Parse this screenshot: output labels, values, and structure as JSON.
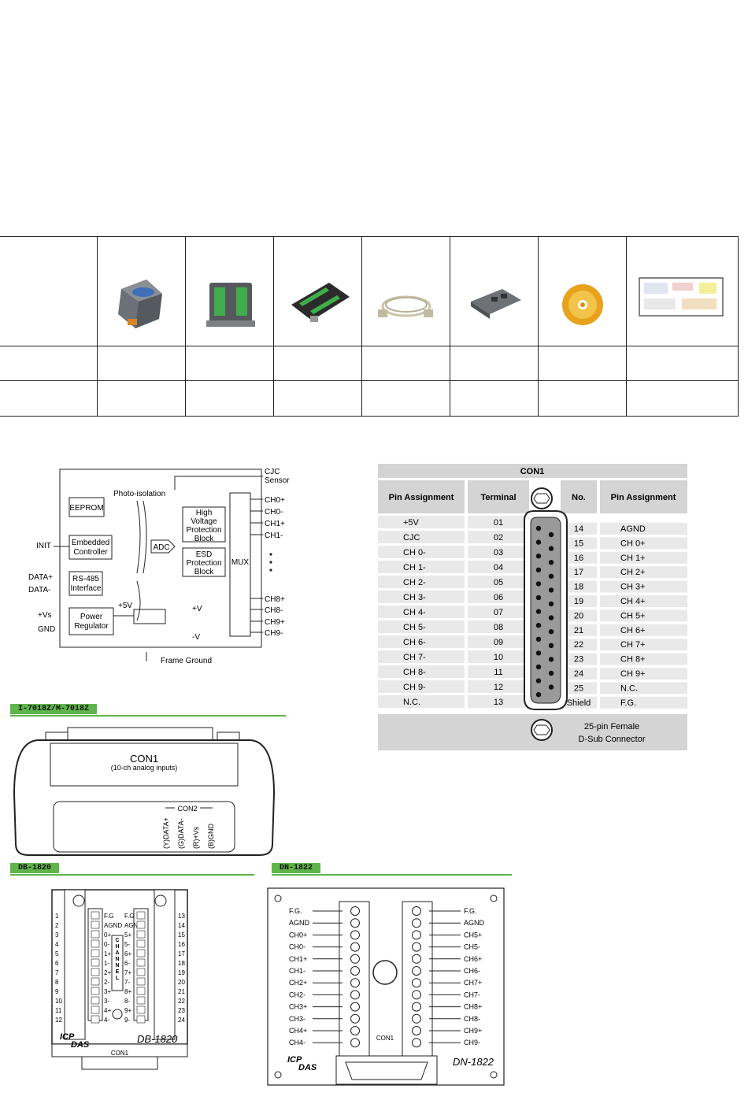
{
  "block_diagram": {
    "cjc_sensor": [
      "CJC",
      "Sensor"
    ],
    "photo_isolation": "Photo-isolation",
    "eeprom": "EEPROM",
    "embedded_controller": [
      "Embedded",
      "Controller"
    ],
    "adc": "ADC",
    "high_voltage": [
      "High",
      "Voltage",
      "Protection",
      "Block"
    ],
    "esd": [
      "ESD",
      "Protection",
      "Block"
    ],
    "mux": "MUX",
    "rs485": [
      "RS-485",
      "Interface"
    ],
    "power_regulator": [
      "Power",
      "Regulator"
    ],
    "init": "INIT",
    "data_plus": "DATA+",
    "data_minus": "DATA-",
    "vs": "+Vs",
    "gnd": "GND",
    "plus5v": "+5V",
    "plusv": "+V",
    "minusv": "-V",
    "frame_ground": "Frame Ground",
    "channels_top": [
      "CH0+",
      "CH0-",
      "CH1+",
      "CH1-"
    ],
    "channels_bottom": [
      "CH8+",
      "CH8-",
      "CH9+",
      "CH9-"
    ]
  },
  "pin_table": {
    "title": "CON1",
    "headers": [
      "Pin Assignment",
      "Terminal",
      "No.",
      "Pin Assignment"
    ],
    "left": [
      [
        "+5V",
        "01"
      ],
      [
        "CJC",
        "02"
      ],
      [
        "CH 0-",
        "03"
      ],
      [
        "CH 1-",
        "04"
      ],
      [
        "CH 2-",
        "05"
      ],
      [
        "CH 3-",
        "06"
      ],
      [
        "CH 4-",
        "07"
      ],
      [
        "CH 5-",
        "08"
      ],
      [
        "CH 6-",
        "09"
      ],
      [
        "CH 7-",
        "10"
      ],
      [
        "CH 8-",
        "11"
      ],
      [
        "CH 9-",
        "12"
      ],
      [
        "N.C.",
        "13"
      ]
    ],
    "right": [
      [
        "14",
        "AGND"
      ],
      [
        "15",
        "CH 0+"
      ],
      [
        "16",
        "CH 1+"
      ],
      [
        "17",
        "CH 2+"
      ],
      [
        "18",
        "CH 3+"
      ],
      [
        "19",
        "CH 4+"
      ],
      [
        "20",
        "CH 5+"
      ],
      [
        "21",
        "CH 6+"
      ],
      [
        "22",
        "CH 7+"
      ],
      [
        "23",
        "CH 8+"
      ],
      [
        "24",
        "CH 9+"
      ],
      [
        "25",
        "N.C."
      ],
      [
        "Shield",
        "F.G."
      ]
    ],
    "footer": [
      "25-pin Female",
      "D-Sub Connector"
    ]
  },
  "module": {
    "header": "I-7018Z/M-7018Z",
    "con1": "CON1",
    "con1_sub": "(10-ch analog inputs)",
    "con2": "CON2",
    "con2_pins": [
      "(Y)DATA+",
      "(G)DATA-",
      "(R)+Vs",
      "(B)GND"
    ]
  },
  "db1820": {
    "header": "DB-1820",
    "left_nums": [
      "1",
      "2",
      "3",
      "4",
      "5",
      "6",
      "7",
      "8",
      "9",
      "10",
      "11",
      "12"
    ],
    "right_nums": [
      "13",
      "14",
      "15",
      "16",
      "17",
      "18",
      "19",
      "20",
      "21",
      "22",
      "23",
      "24"
    ],
    "left_labels": [
      "F.G",
      "AGND",
      "0+",
      "0-",
      "1+",
      "1-",
      "2+",
      "2-",
      "3+",
      "3-",
      "4+",
      "4-"
    ],
    "right_labels": [
      "F.G",
      "AGND",
      "5+",
      "5-",
      "6+",
      "6-",
      "7+",
      "7-",
      "8+",
      "8-",
      "9+",
      "9-"
    ],
    "channel": "CHANNEL",
    "logo": [
      "ICP",
      "DAS"
    ],
    "model": "DB-1820",
    "con1": "CON1"
  },
  "dn1822": {
    "header": "DN-1822",
    "left_labels": [
      "F.G.",
      "AGND",
      "CH0+",
      "CH0-",
      "CH1+",
      "CH1-",
      "CH2+",
      "CH2-",
      "CH3+",
      "CH3-",
      "CH4+",
      "CH4-"
    ],
    "right_labels": [
      "F.G.",
      "AGND",
      "CH5+",
      "CH5-",
      "CH6+",
      "CH6-",
      "CH7+",
      "CH7-",
      "CH8+",
      "CH8-",
      "CH9+",
      "CH9-"
    ],
    "con1": "CON1",
    "logo": [
      "ICP",
      "DAS"
    ],
    "model": "DN-1822"
  }
}
